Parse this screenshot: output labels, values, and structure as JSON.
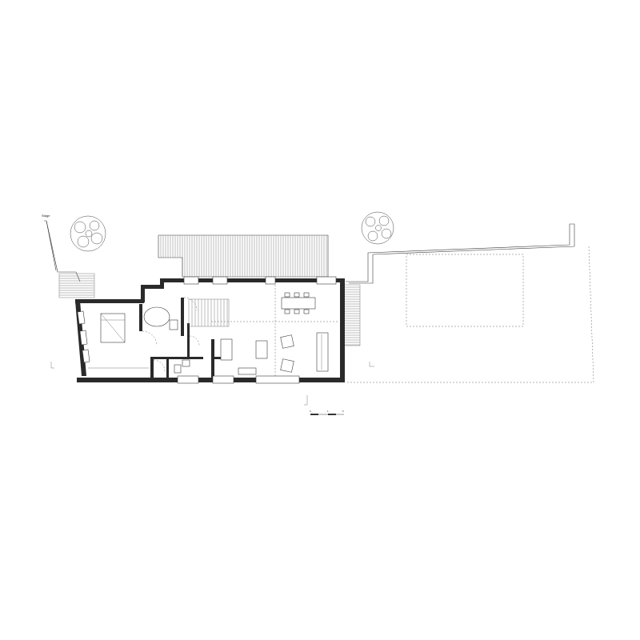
{
  "plan": {
    "corner_label": "Stage",
    "scale_bar_labels": [
      "0",
      "1",
      "5"
    ]
  }
}
